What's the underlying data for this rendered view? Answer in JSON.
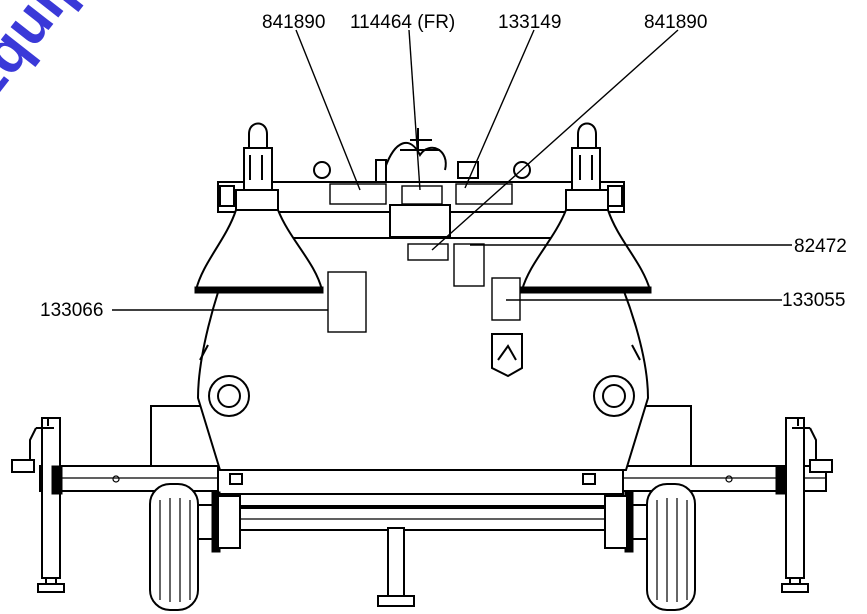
{
  "watermark": {
    "text": "Equip"
  },
  "labels": {
    "top_1": "841890",
    "top_2": "114464 (FR)",
    "top_3": "133149",
    "top_4": "841890",
    "right_upper": "82472",
    "left": "133066",
    "right_lower": "133055"
  }
}
